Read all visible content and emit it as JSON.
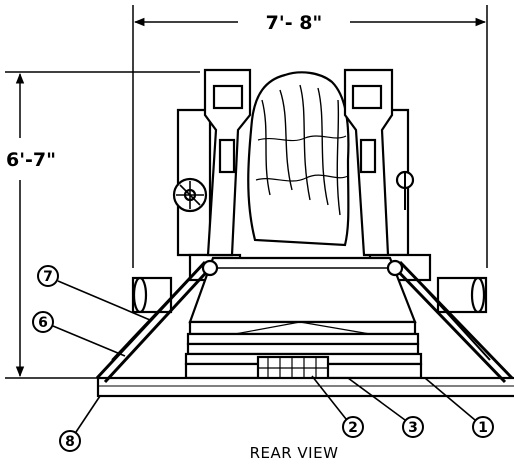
{
  "dimensions": {
    "width_label": "7'- 8\"",
    "height_label": "6'-7\""
  },
  "callouts": [
    {
      "number": "7"
    },
    {
      "number": "6"
    },
    {
      "number": "8"
    },
    {
      "number": "2"
    },
    {
      "number": "3"
    },
    {
      "number": "1"
    }
  ],
  "caption": "REAR VIEW",
  "colors": {
    "ink": "#000000",
    "paper": "#ffffff"
  }
}
